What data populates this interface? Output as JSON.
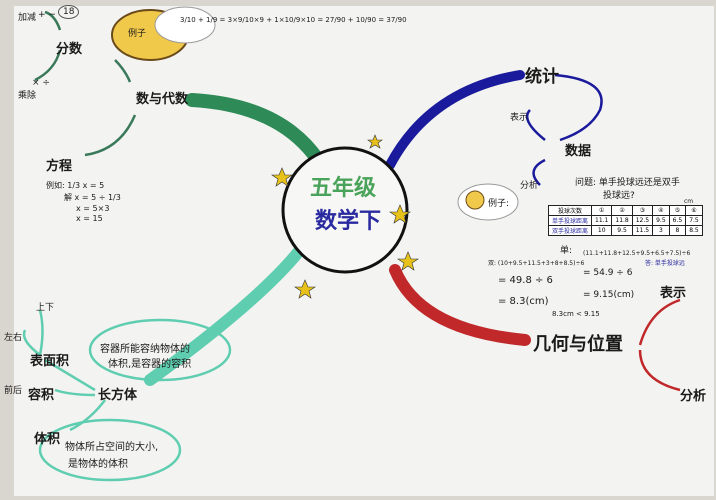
{
  "center": {
    "line1": "五年级",
    "line2": "数学下"
  },
  "branches": {
    "number_algebra": {
      "label": "数与代数",
      "fractions": {
        "label": "分数",
        "page_number": "18",
        "add_sub": "加减",
        "add_sub_ops": "+ −",
        "mul_div": "乘除",
        "mul_div_ops": "× ÷",
        "sticker_label": "例子",
        "example": "3/10 + 1/9 = 3×9/10×9 + 1×10/9×10 = 27/90 + 10/90 = 37/90"
      },
      "equations": {
        "label": "方程",
        "example": [
          "例如: 1/3 x = 5",
          "解 x = 5 ÷ 1/3",
          "x = 5×3",
          "x = 15"
        ]
      }
    },
    "statistics": {
      "label": "统计",
      "data": {
        "label": "数据",
        "represent": "表示",
        "analyze": "分析"
      },
      "sticker_label": "例子:",
      "question": [
        "问题: 单手投球远还是双手",
        "投球远?"
      ],
      "table": {
        "unit": "cm",
        "header": [
          "投球次数",
          "①",
          "②",
          "③",
          "④",
          "⑤",
          "⑥"
        ],
        "rows": [
          [
            "单手投球距离",
            "11.1",
            "11.8",
            "12.5",
            "9.5",
            "6.5",
            "7.5"
          ],
          [
            "双手投球距离",
            "10",
            "9.5",
            "11.5",
            "3",
            "8",
            "8.5"
          ]
        ]
      },
      "calc_single": [
        "单:",
        "(11.1+11.8+12.5+9.5+6.5+7.5)÷6",
        "= 54.9 ÷ 6",
        "= 9.15(cm)"
      ],
      "calc_double": [
        "双: (10+9.5+11.5+3+8+8.5)÷6",
        "= 49.8 ÷ 6",
        "= 8.3(cm)"
      ],
      "comparison": "8.3cm < 9.15",
      "answer": "答: 单手投球远"
    },
    "geometry": {
      "label": "几何与位置",
      "represent": "表示",
      "analyze": "分析"
    },
    "cuboid": {
      "label": "长方体",
      "surface_area": "表面积",
      "up_down": "上下",
      "left_right": "左右",
      "front_back": "前后",
      "capacity": "容积",
      "capacity_def": [
        "容器所能容纳物体的",
        "体积,是容器的容积"
      ],
      "volume": "体积",
      "volume_def": [
        "物体所占空间的大小,",
        "是物体的体积"
      ]
    }
  },
  "colors": {
    "green": "#2e8b57",
    "blue": "#1a1a9c",
    "red": "#c0282a",
    "teal": "#5fcdb0"
  }
}
